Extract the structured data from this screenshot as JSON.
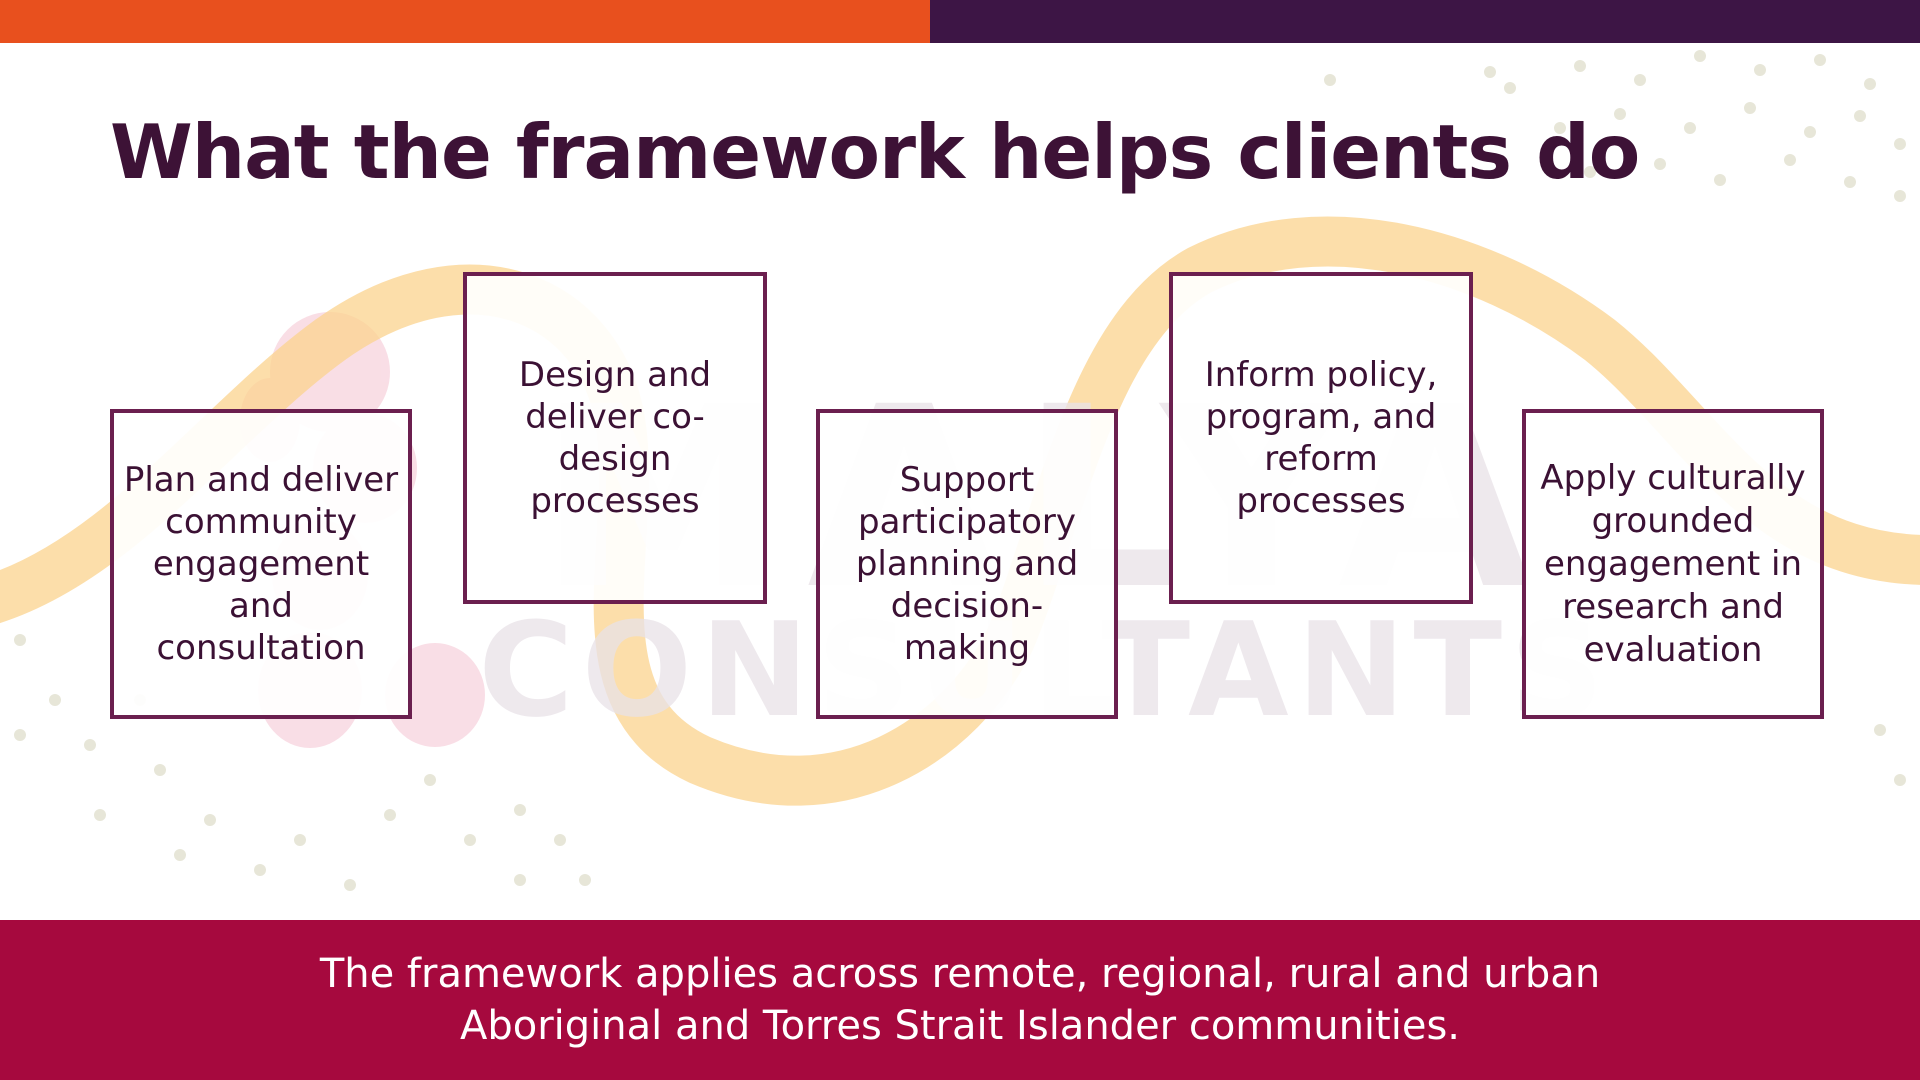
{
  "slide": {
    "title": "What the framework helps clients do",
    "cards": [
      "Plan and deliver community engagement and consultation",
      "Design and deliver co-design processes",
      "Support participatory planning and decision-making",
      "Inform policy, program, and reform processes",
      "Apply culturally grounded engagement in research and evaluation"
    ],
    "footer": "The framework applies across remote, regional, rural and urban Aboriginal and Torres Strait Islander communities."
  },
  "watermark": {
    "line1": "MALYA",
    "line2": "CONSULTANTS"
  },
  "colors": {
    "top_left": "#e8501e",
    "top_right": "#3d1545",
    "title": "#3d1236",
    "card_border": "#6b1f4f",
    "footer": "#a6093e",
    "wave": "#fbd38d",
    "dots": "#e7e6d8",
    "watermark": "#e9e2e8",
    "blob": "#f7d3dd"
  }
}
